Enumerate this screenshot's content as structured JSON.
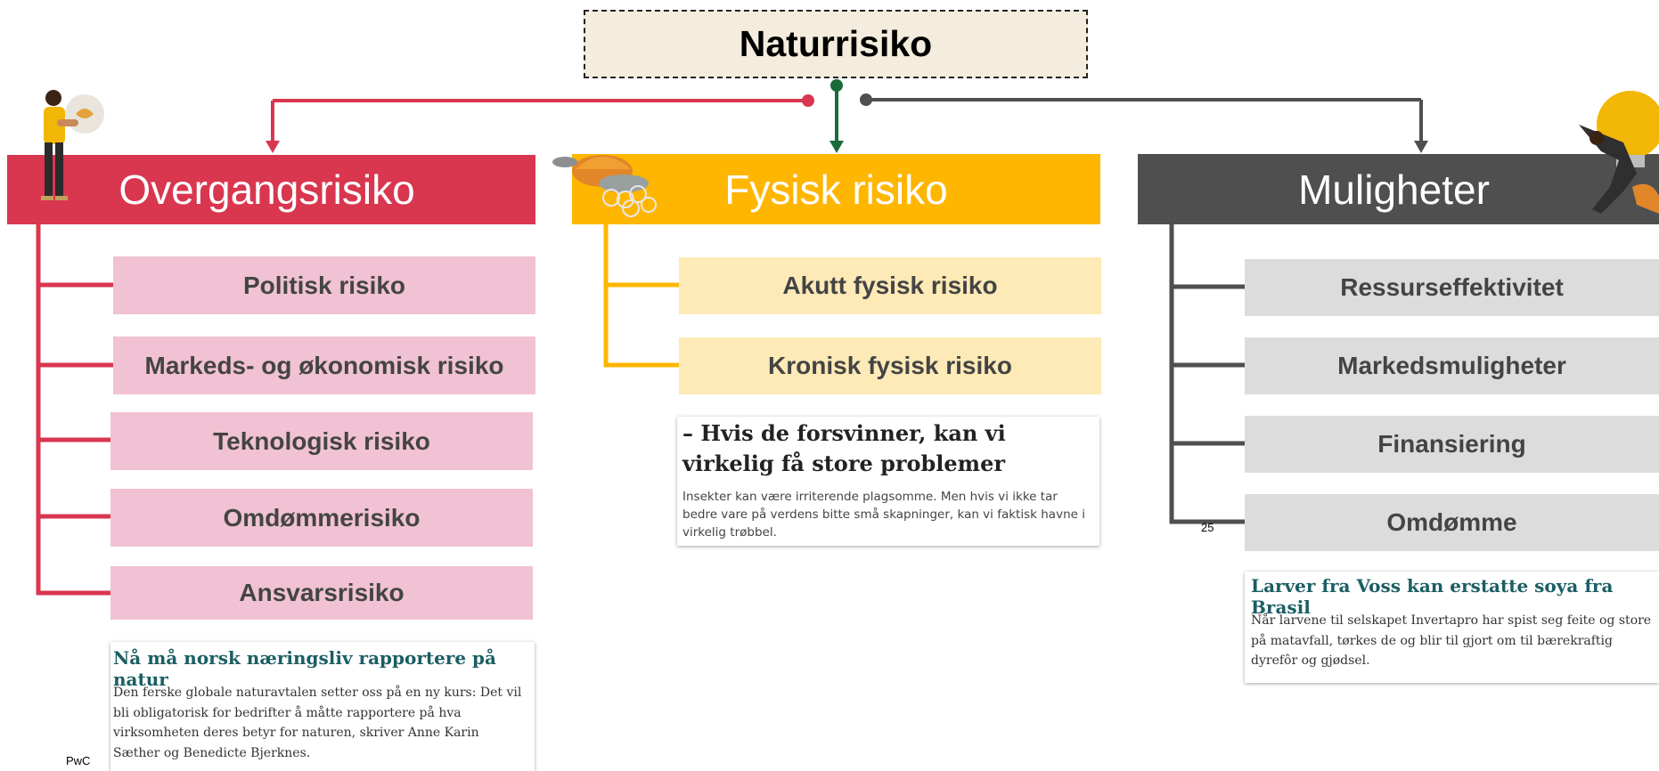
{
  "title": "Naturrisiko",
  "colors": {
    "transition": "#d9364f",
    "transition_light": "#f0c2d3",
    "physical": "#ffb600",
    "physical_light": "#feeab7",
    "opportunities": "#4f4f4f",
    "opportunities_light": "#dcdcdc",
    "green_connector": "#1b6b3a"
  },
  "columns": [
    {
      "header": "Overgangsrisiko",
      "items": [
        "Politisk risiko",
        "Markeds- og økonomisk risiko",
        "Teknologisk risiko",
        "Omdømmerisiko",
        "Ansvarsrisiko"
      ]
    },
    {
      "header": "Fysisk risiko",
      "items": [
        "Akutt fysisk risiko",
        "Kronisk fysisk risiko"
      ]
    },
    {
      "header": "Muligheter",
      "items": [
        "Ressurseffektivitet",
        "Markedsmuligheter",
        "Finansiering",
        "Omdømme"
      ]
    }
  ],
  "articles": [
    {
      "title": "Nå må norsk næringsliv rapportere på natur",
      "text": "Den ferske globale naturavtalen setter oss på en ny kurs: Det vil bli obligatorisk for bedrifter å måtte rapportere på hva virksomheten deres betyr for naturen, skriver Anne Karin Sæther og Benedicte Bjerknes."
    },
    {
      "title": "– Hvis de forsvinner, kan vi virkelig få store problemer",
      "text": "Insekter kan være irriterende plagsomme. Men hvis vi ikke tar bedre vare på verdens bitte små skapninger, kan vi faktisk havne i virkelig trøbbel."
    },
    {
      "title": "Larver fra Voss kan erstatte soya fra Brasil",
      "text": "Når larvene til selskapet Invertapro har spist seg feite og store på matavfall, tørkes de og blir til gjort om til bærekraftig dyrefôr og gjødsel."
    }
  ],
  "footer": {
    "brand": "PwC",
    "page_number": "25"
  },
  "illustrations": [
    "person-with-lightbulb-icon",
    "turtle-with-plastic-icon",
    "person-with-big-lightbulb-icon"
  ]
}
